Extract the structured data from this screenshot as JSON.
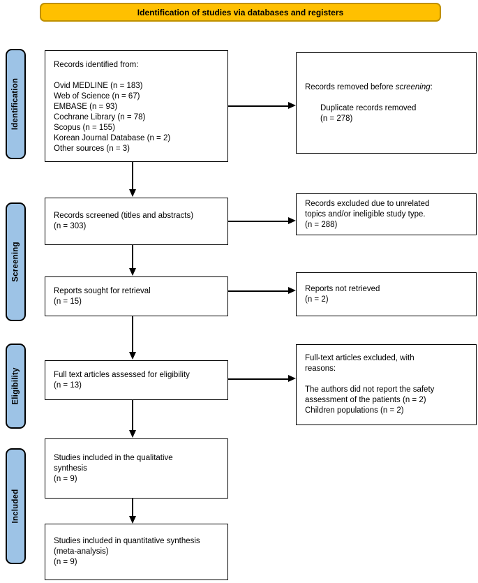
{
  "banner": {
    "label": "Identification of studies via databases and registers"
  },
  "stages": [
    {
      "label": "Identification"
    },
    {
      "label": "Screening"
    },
    {
      "label": "Eligibility"
    },
    {
      "label": "Included"
    }
  ],
  "boxes": {
    "identified": {
      "title": "Records identified from:",
      "sources": [
        "Ovid MEDLINE (n = 183)",
        "Web of Science (n = 67)",
        "EMBASE (n = 93)",
        "Cochrane Library (n = 78)",
        "Scopus (n = 155)",
        "Korean Journal Database (n = 2)",
        "Other sources (n = 3)"
      ]
    },
    "screened": {
      "lines": [
        "Records screened (titles and abstracts)",
        "(n = 303)"
      ]
    },
    "sought": {
      "lines": [
        "Reports sought for retrieval",
        "(n = 15)"
      ]
    },
    "assessed": {
      "lines": [
        "Full text articles assessed for eligibility",
        "(n = 13)"
      ]
    },
    "qualitative": {
      "lines": [
        "Studies included in the qualitative",
        "synthesis",
        "(n = 9)"
      ]
    },
    "quantitative": {
      "lines": [
        "Studies included in quantitative synthesis",
        "(meta-analysis)",
        "(n = 9)"
      ]
    },
    "removed": {
      "title_prefix": "Records removed before ",
      "title_italic": "screening",
      "title_suffix": ":",
      "details": [
        "Duplicate records removed",
        "(n = 278)"
      ]
    },
    "excluded_screening": {
      "lines": [
        "Records excluded due to unrelated",
        "topics and/or ineligible study type.",
        "(n = 288)"
      ]
    },
    "not_retrieved": {
      "lines": [
        "Reports not retrieved",
        "(n = 2)"
      ]
    },
    "fulltext_excluded": {
      "title_lines": [
        "Full-text articles excluded, with",
        "reasons:"
      ],
      "reasons": [
        "The authors did not report the safety",
        "assessment of the patients (n = 2)",
        "Children populations (n = 2)"
      ]
    }
  },
  "colors": {
    "banner_fill": "#FFC000",
    "banner_border": "#BF9000",
    "stage_fill": "#9DC3E6",
    "stage_border": "#000000",
    "box_border": "#000000",
    "arrow": "#000000"
  }
}
